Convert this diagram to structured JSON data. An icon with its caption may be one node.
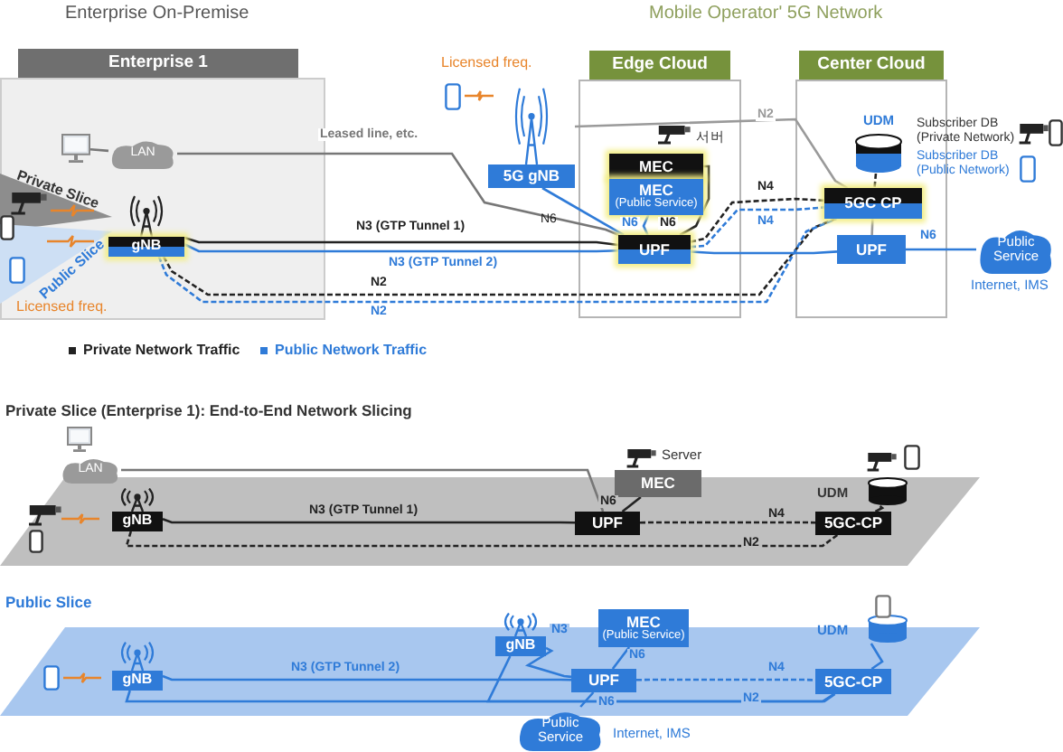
{
  "diagram": {
    "nodes": [
      {
        "text": [
          "Enterprise 1"
        ]
      },
      {
        "text": [],
        "shape": "picture",
        "in": 0
      },
      {
        "text": [
          "LAN"
        ],
        "in": 0
      },
      {
        "text": [
          "gNB"
        ],
        "in": 0
      },
      {
        "text": [
          "5G gNB"
        ]
      },
      {
        "text": [
          "Edge Cloud"
        ]
      },
      {
        "text": [
          "MEC"
        ],
        "in": 5,
        "beside": [
          "서버"
        ]
      },
      {
        "text": [
          "MEC",
          "(Public Service)"
        ],
        "in": 5
      },
      {
        "text": [
          "UPF"
        ],
        "in": 5
      },
      {
        "text": [
          "Center Cloud"
        ]
      },
      {
        "text": [
          "UDM"
        ],
        "in": 9
      },
      {
        "text": [
          "5GC CP"
        ],
        "in": 9
      },
      {
        "text": [
          "UPF"
        ],
        "in": 9
      },
      {
        "text": [
          "Public Service"
        ],
        "beside": [
          "Internet, IMS"
        ]
      },
      {
        "text": [],
        "shape": "parallelogram"
      },
      {
        "text": [
          "LAN"
        ]
      },
      {
        "text": [
          "gNB"
        ],
        "in": 14
      },
      {
        "text": [
          "MEC"
        ],
        "beside": [
          "Server"
        ]
      },
      {
        "text": [
          "UPF"
        ],
        "in": 14
      },
      {
        "text": [
          "UDM"
        ],
        "in": 14
      },
      {
        "text": [
          "5GC-CP"
        ],
        "in": 14
      },
      {
        "text": [],
        "shape": "parallelogram"
      },
      {
        "text": [
          "gNB"
        ],
        "in": 21
      },
      {
        "text": [
          "gNB"
        ]
      },
      {
        "text": [
          "MEC",
          "(Public Service)"
        ]
      },
      {
        "text": [
          "UPF"
        ],
        "in": 21
      },
      {
        "text": [
          "UDM"
        ]
      },
      {
        "text": [
          "5GC-CP"
        ],
        "in": 21
      },
      {
        "text": [
          "Public Service"
        ],
        "beside": [
          "Internet, IMS"
        ]
      }
    ],
    "edges": [
      {
        "from": 1,
        "to": 2,
        "arrow": "none",
        "color": "#777777"
      },
      {
        "from": 2,
        "to": 8,
        "arrow": "none",
        "label": "Leased line, etc.",
        "color": "#777777"
      },
      {
        "from": 3,
        "to": 8,
        "arrow": "none",
        "label": "N3 (GTP Tunnel 1)",
        "color": "#222222"
      },
      {
        "from": 3,
        "to": 8,
        "arrow": "none",
        "label": "N3 (GTP Tunnel 2)"
      },
      {
        "from": 3,
        "to": 11,
        "arrow": "none",
        "label": "N2",
        "style": "dashed",
        "color": "#222222"
      },
      {
        "from": 3,
        "to": 11,
        "arrow": "none",
        "label": "N2",
        "style": "dashed"
      },
      {
        "from": 4,
        "to": 8,
        "arrow": "none"
      },
      {
        "from": 4,
        "to": 11,
        "arrow": "none",
        "label": "N2",
        "color": "#9a9a9a"
      },
      {
        "from": 8,
        "to": 7,
        "arrow": "none",
        "label": "N6"
      },
      {
        "from": 8,
        "to": 6,
        "arrow": "none",
        "label": "N6",
        "color": "#222222"
      },
      {
        "from": 8,
        "to": 11,
        "arrow": "none",
        "label": "N4",
        "style": "dashed",
        "color": "#222222"
      },
      {
        "from": 8,
        "to": 11,
        "arrow": "none",
        "label": "N4",
        "style": "dashed"
      },
      {
        "from": 8,
        "to": 12,
        "arrow": "none"
      },
      {
        "from": 11,
        "to": 12,
        "arrow": "none",
        "color": "#9a9a9a"
      },
      {
        "from": 10,
        "to": 11,
        "arrow": "none",
        "style": "dashed",
        "color": "#222222"
      },
      {
        "from": 12,
        "to": 13,
        "arrow": "none",
        "label": "N6"
      },
      {
        "from": 15,
        "to": 18,
        "arrow": "none",
        "color": "#777777"
      },
      {
        "from": 16,
        "to": 18,
        "arrow": "none",
        "label": "N3 (GTP Tunnel 1)",
        "color": "#222222"
      },
      {
        "from": 16,
        "to": 20,
        "arrow": "none",
        "label": "N2",
        "style": "dashed",
        "color": "#222222"
      },
      {
        "from": 18,
        "to": 17,
        "arrow": "none",
        "label": "N6",
        "color": "#222222"
      },
      {
        "from": 18,
        "to": 20,
        "arrow": "none",
        "label": "N4",
        "style": "dashed",
        "color": "#222222"
      },
      {
        "from": 19,
        "to": 20,
        "arrow": "none",
        "color": "#222222"
      },
      {
        "from": 22,
        "to": 25,
        "arrow": "none",
        "label": "N3 (GTP Tunnel 2)"
      },
      {
        "from": 23,
        "to": 25,
        "arrow": "none",
        "label": "N3"
      },
      {
        "from": 22,
        "to": 27,
        "arrow": "none",
        "label": "N2"
      },
      {
        "from": 23,
        "to": 27,
        "arrow": "none"
      },
      {
        "from": 25,
        "to": 24,
        "arrow": "none",
        "label": "N6"
      },
      {
        "from": 25,
        "to": 27,
        "arrow": "none",
        "label": "N4",
        "style": "dashed"
      },
      {
        "from": 25,
        "to": 28,
        "arrow": "none",
        "label": "N6"
      },
      {
        "from": 26,
        "to": 27,
        "arrow": "none"
      }
    ],
    "labels": [
      "Enterprise On-Premise",
      "Mobile Operator' 5G Network",
      "Licensed freq.",
      "Private Slice",
      "Subscriber DB (Private Network)",
      "Subscriber DB (Public Network)",
      "N6",
      "Public Slice",
      "Licensed freq.",
      "Private Slice (Enterprise 1): End-to-End Network Slicing",
      "Public Slice"
    ],
    "legend": [
      {
        "text": "Private Network Traffic",
        "color": "#222222"
      },
      {
        "text": "Public Network Traffic",
        "color": "#2f7bd8"
      }
    ]
  }
}
